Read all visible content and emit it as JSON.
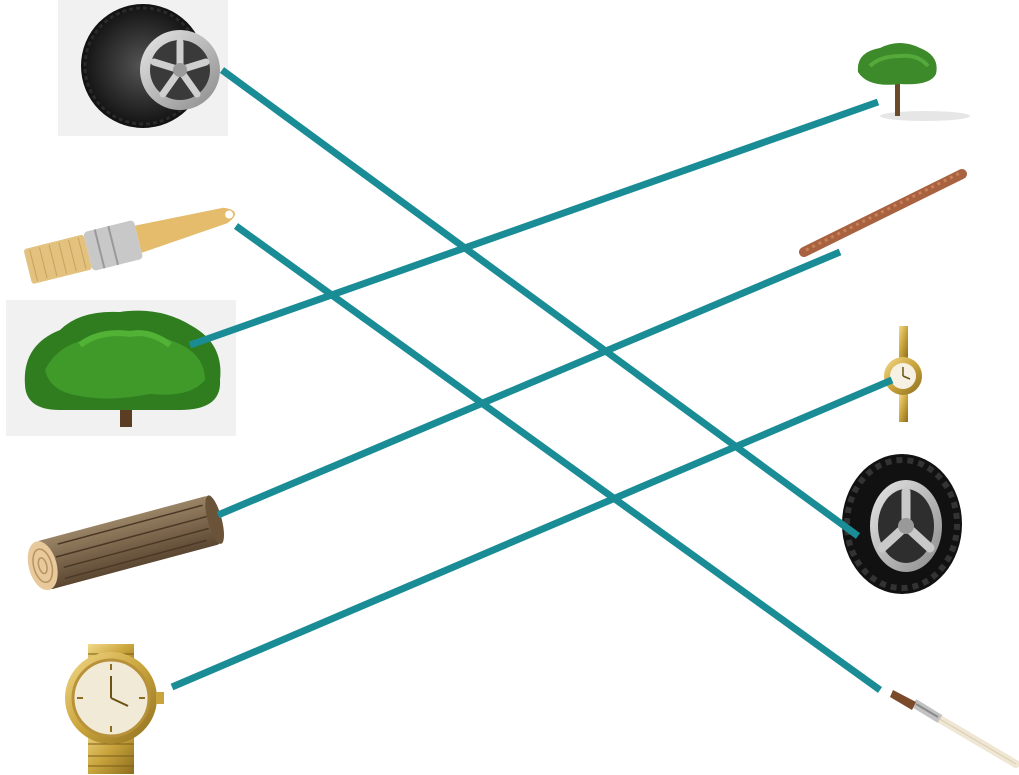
{
  "diagram": {
    "type": "matching-pairs",
    "line_color": "#1a8c96",
    "left_items": [
      {
        "id": "large-car-tire",
        "icon": "car-tire-icon"
      },
      {
        "id": "wide-paintbrush",
        "icon": "paintbrush-icon"
      },
      {
        "id": "large-tree",
        "icon": "tree-icon"
      },
      {
        "id": "wooden-log",
        "icon": "log-icon"
      },
      {
        "id": "gold-wristwatch",
        "icon": "wristwatch-icon"
      }
    ],
    "right_items": [
      {
        "id": "small-tree",
        "icon": "tree-icon"
      },
      {
        "id": "thin-stick",
        "icon": "stick-icon"
      },
      {
        "id": "small-watch",
        "icon": "watch-icon"
      },
      {
        "id": "motorbike-tire",
        "icon": "motorbike-tire-icon"
      },
      {
        "id": "thin-paintbrush",
        "icon": "paintbrush-icon"
      }
    ],
    "connections": [
      {
        "from": "large-car-tire",
        "to": "motorbike-tire"
      },
      {
        "from": "wide-paintbrush",
        "to": "thin-paintbrush"
      },
      {
        "from": "large-tree",
        "to": "small-tree"
      },
      {
        "from": "wooden-log",
        "to": "thin-stick"
      },
      {
        "from": "gold-wristwatch",
        "to": "small-watch"
      }
    ]
  }
}
